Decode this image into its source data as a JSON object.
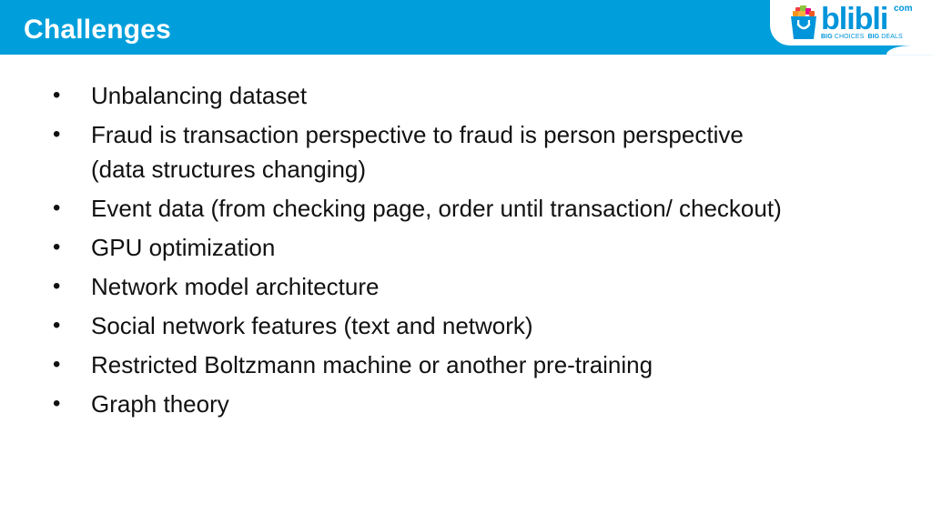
{
  "slide": {
    "title": "Challenges",
    "colors": {
      "header_bg": "#009fdc",
      "title_text": "#ffffff",
      "body_text": "#111111",
      "logo_blue": "#0095da"
    }
  },
  "logo": {
    "icon": "shopping-bag-icon",
    "wordmark": "blibli",
    "domain_suffix": "com",
    "tagline_part1_bold": "BIG",
    "tagline_part1": " CHOICES",
    "tagline_part2_bold": "BIG",
    "tagline_part2": " DEALS"
  },
  "bullets": {
    "marker": "•",
    "items": [
      "Unbalancing dataset",
      "Fraud is transaction perspective to fraud is person perspective (data structures changing)",
      "Event data (from checking page, order until transaction/ checkout)",
      "GPU optimization",
      "Network model architecture",
      "Social network features (text and network)",
      "Restricted Boltzmann machine or another pre-training",
      "Graph theory"
    ]
  }
}
